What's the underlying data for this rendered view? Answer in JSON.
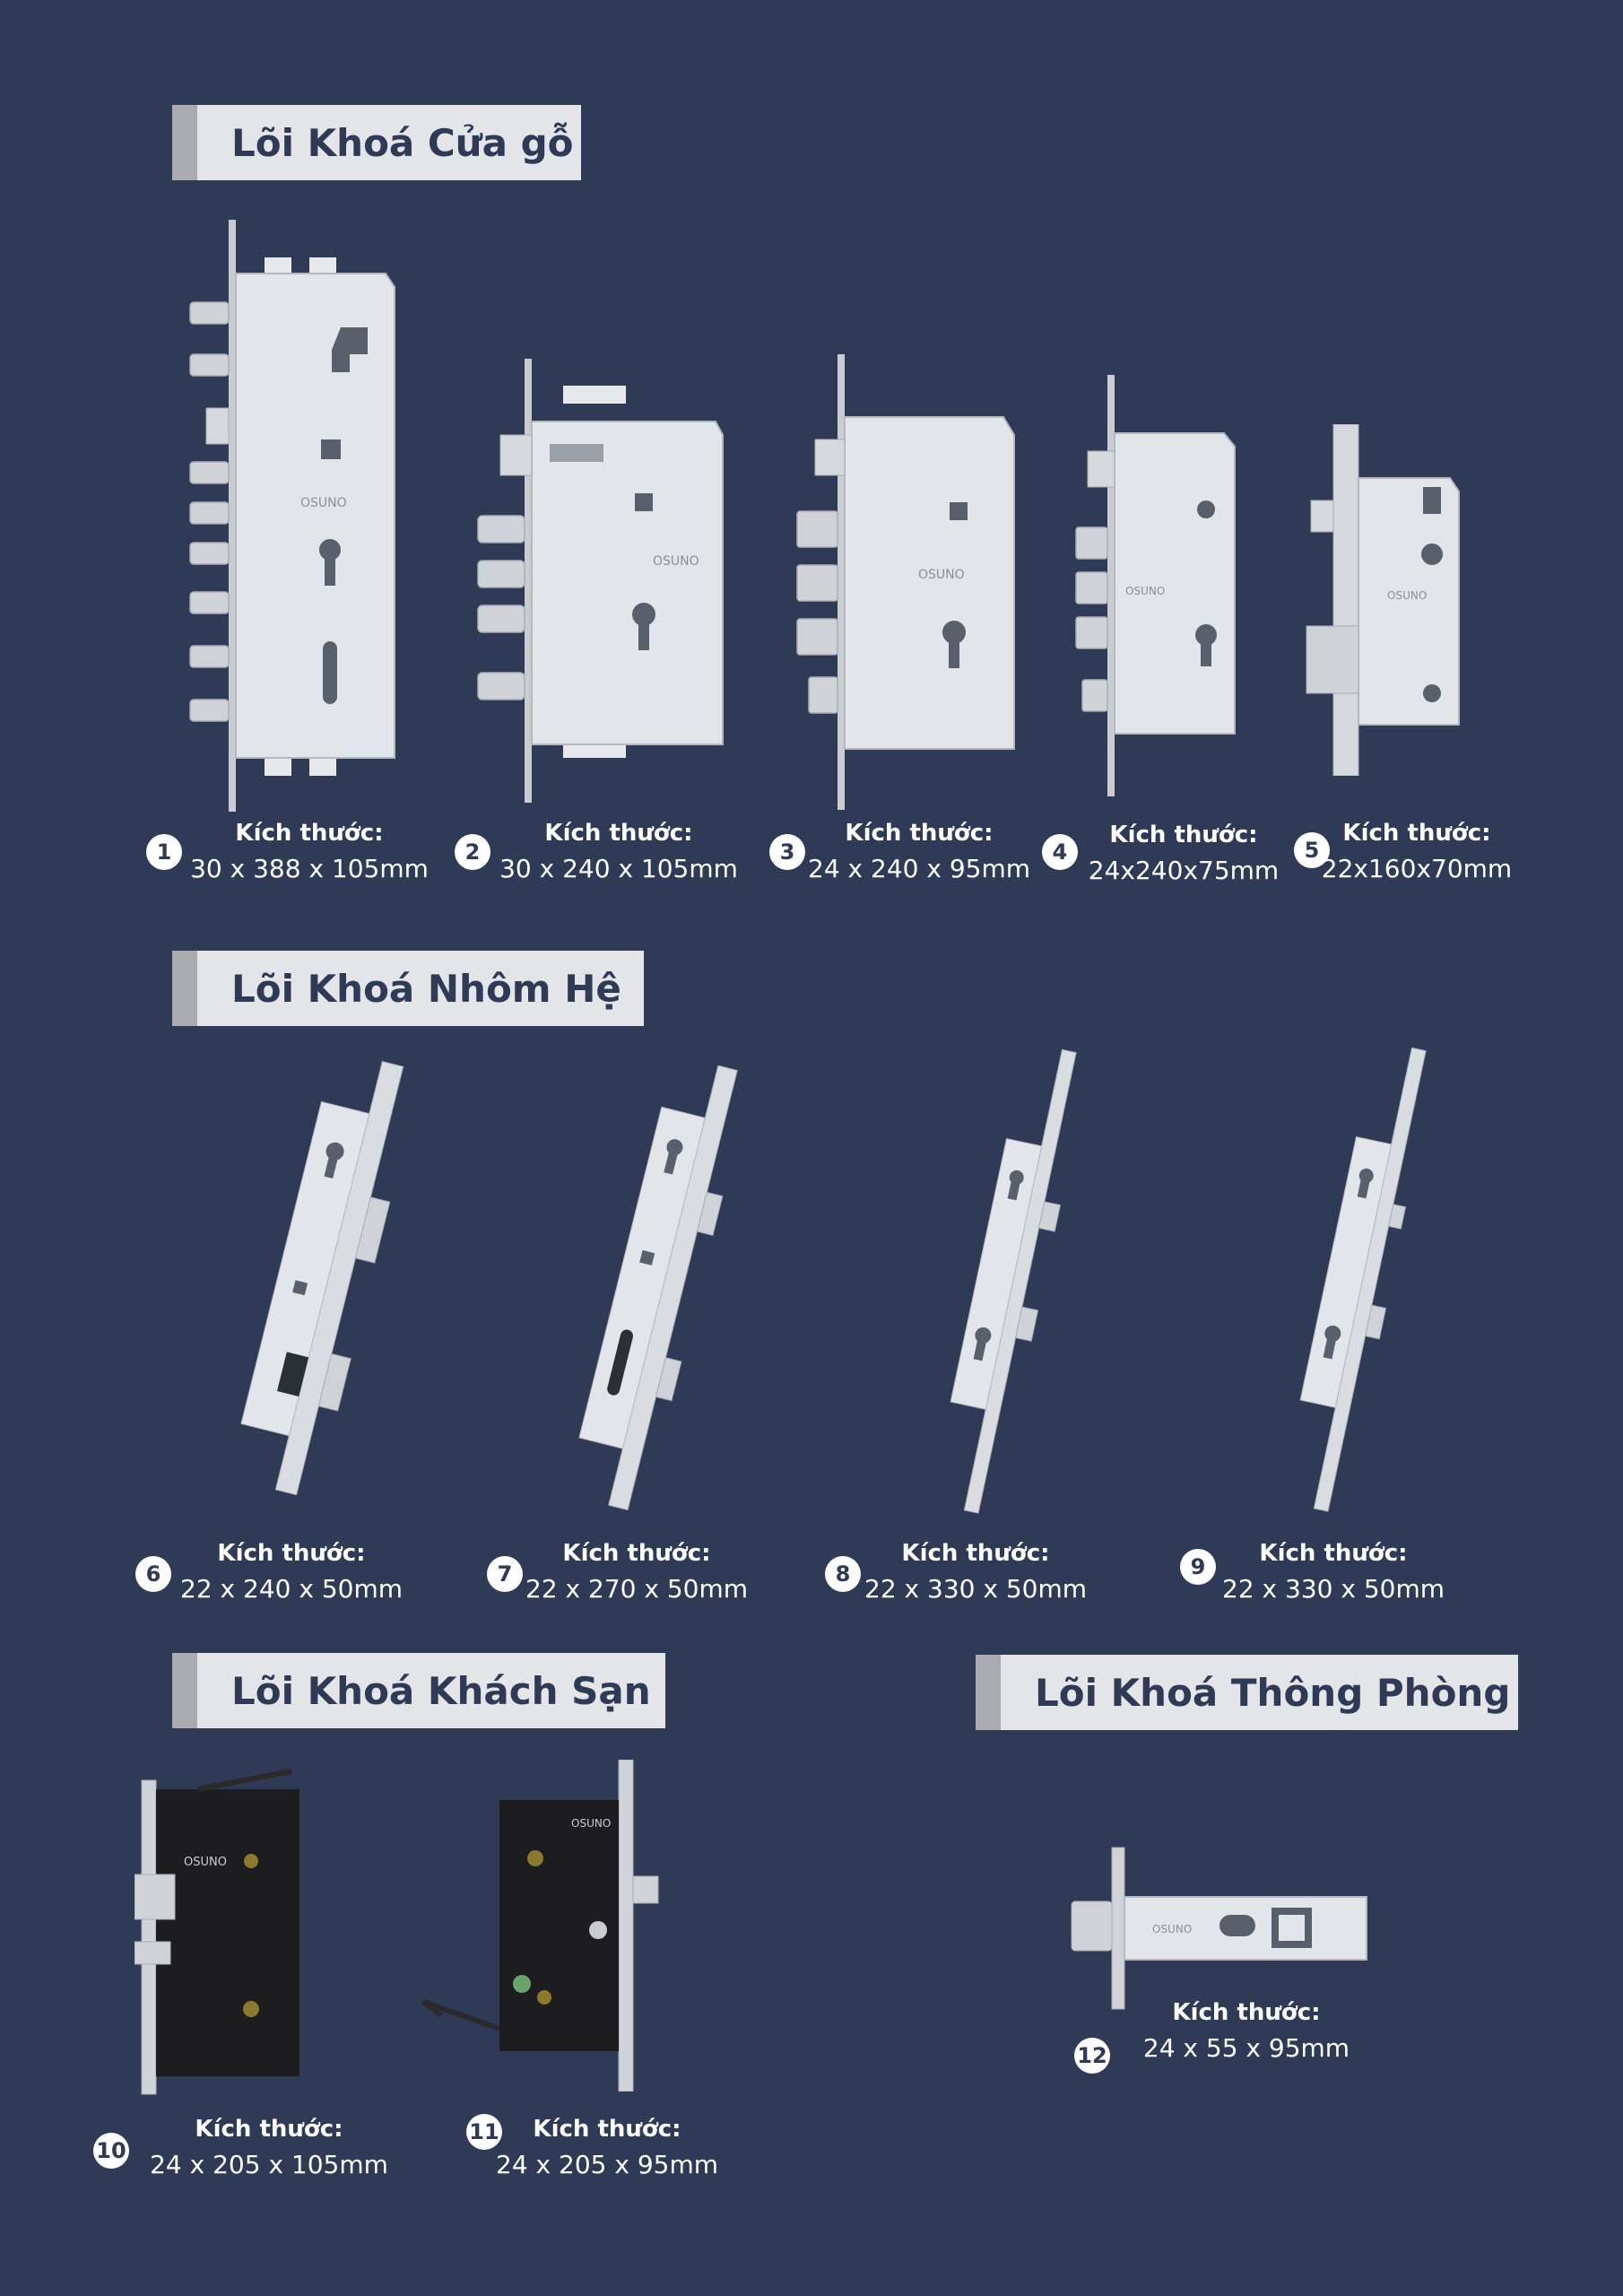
{
  "sections": {
    "wood": "Lõi Khoá Cửa gỗ",
    "aluminum": "Lõi Khoá Nhôm Hệ",
    "hotel": "Lõi Khoá Khách Sạn",
    "passage": "Lõi Khoá Thông Phòng"
  },
  "brand": "OSUNO",
  "size_label": "Kích thước:",
  "products": [
    {
      "number": "1",
      "size": "30 x 388 x 105mm"
    },
    {
      "number": "2",
      "size": "30 x 240 x 105mm"
    },
    {
      "number": "3",
      "size": "24 x 240 x 95mm"
    },
    {
      "number": "4",
      "size": "24x240x75mm"
    },
    {
      "number": "5",
      "size": "22x160x70mm"
    },
    {
      "number": "6",
      "size": "22 x 240 x 50mm"
    },
    {
      "number": "7",
      "size": "22 x 270 x 50mm"
    },
    {
      "number": "8",
      "size": "22 x 330 x 50mm"
    },
    {
      "number": "9",
      "size": "22 x 330 x 50mm"
    },
    {
      "number": "10",
      "size": "24 x 205 x 105mm"
    },
    {
      "number": "11",
      "size": "24 x 205 x 95mm"
    },
    {
      "number": "12",
      "size": "24 x 55 x 95mm"
    }
  ],
  "colors": {
    "background": "#2e3a56",
    "tab": "#e4e5e8",
    "tab_accent": "#a9abb0",
    "steel": "#d9dce0",
    "black_body": "#1d1d1f"
  }
}
